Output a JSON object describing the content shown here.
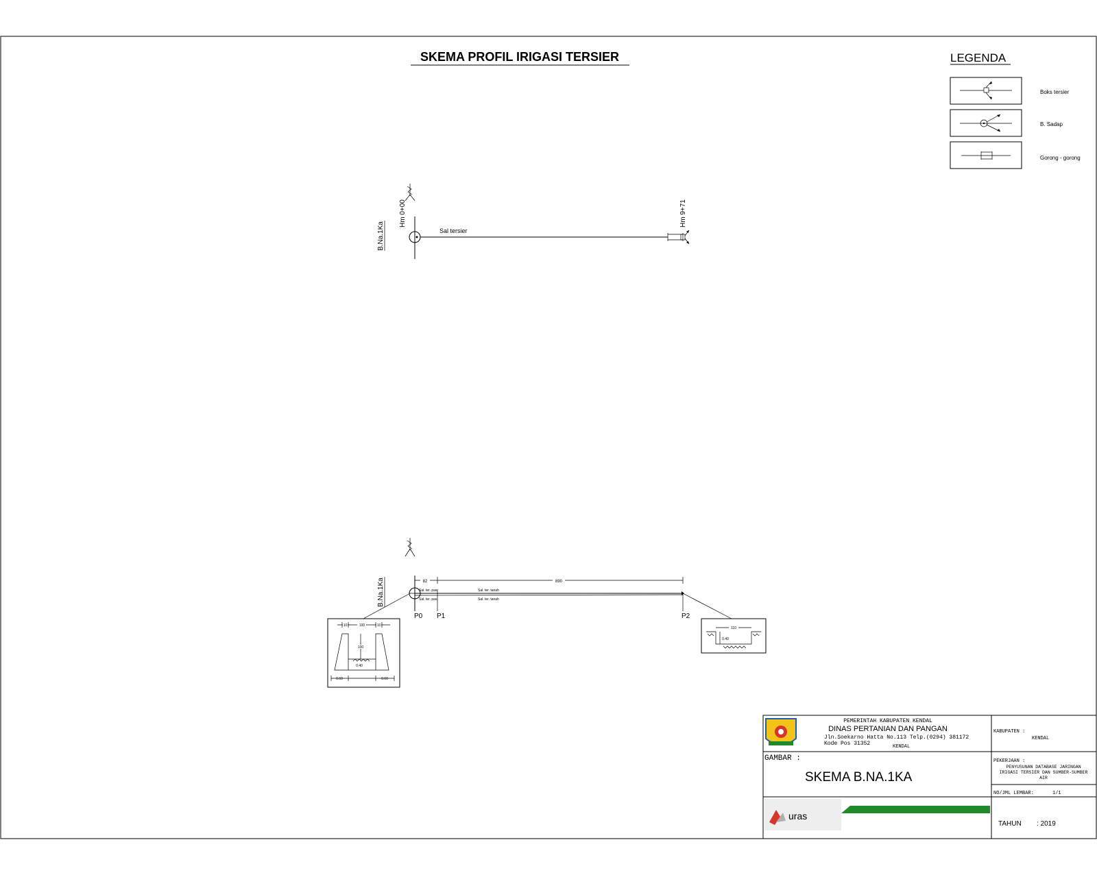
{
  "title": "SKEMA PROFIL IRIGASI TERSIER",
  "legend": {
    "title": "LEGENDA",
    "items": [
      {
        "label": "Boks tersier",
        "icon": "boks-tersier-symbol-icon"
      },
      {
        "label": "B. Sadap",
        "icon": "bangunan-sadap-symbol-icon"
      },
      {
        "label": "Gorong - gorong",
        "icon": "gorong-gorong-symbol-icon"
      }
    ]
  },
  "schema": {
    "source_label": "B.Na.1Ka",
    "start_label": "Hm 0+00",
    "end_label": "Hm 9+71",
    "channel_label": "Sal tersier"
  },
  "profile": {
    "source_label": "B.Na.1Ka",
    "dim_1": "82",
    "dim_2": "890",
    "seg_label_1a": "Sal. ter. pas.",
    "seg_label_1b": "Sal. ter. pas.",
    "seg_label_2a": "Sal. ter. tanah",
    "seg_label_2b": "Sal. ter. tanah",
    "points": [
      "P0",
      "P1",
      "P2"
    ],
    "section_left": {
      "top_left": "10",
      "top_mid": "100",
      "top_right": "10",
      "height": "100",
      "water": "0.40",
      "base_left": "0.60",
      "base_right": "0.60"
    },
    "section_right": {
      "width": "110",
      "water": "0.40"
    }
  },
  "title_block": {
    "gov": "PEMERINTAH KABUPATEN KENDAL",
    "agency": "DINAS PERTANIAN DAN PANGAN",
    "address": "Jln.Soekarno Hatta No.113 Telp.(0294) 381172",
    "postal": "Kode Pos 31352",
    "city": "KENDAL",
    "kabupaten_label": "KABUPATEN :",
    "kabupaten_value": "KENDAL",
    "gambar_label": "GAMBAR :",
    "gambar_value": "SKEMA B.NA.1KA",
    "pekerjaan_label": "PEKERJAAN :",
    "pekerjaan_value_1": "PENYUSUNAN DATABASE JARINGAN",
    "pekerjaan_value_2": "IRIGASI TERSIER DAN SUMBER-SUMBER",
    "pekerjaan_value_3": "AIR",
    "lembar_label": "NO/JML LEMBAR:",
    "lembar_value": "1/1",
    "tahun_label": "TAHUN",
    "tahun_value": ": 2019",
    "consultant_logo_text": "uras"
  },
  "colors": {
    "line": "#000000",
    "green_band": "#1f8a2a",
    "logo_red": "#d9342b",
    "logo_yellow": "#f2c318"
  }
}
